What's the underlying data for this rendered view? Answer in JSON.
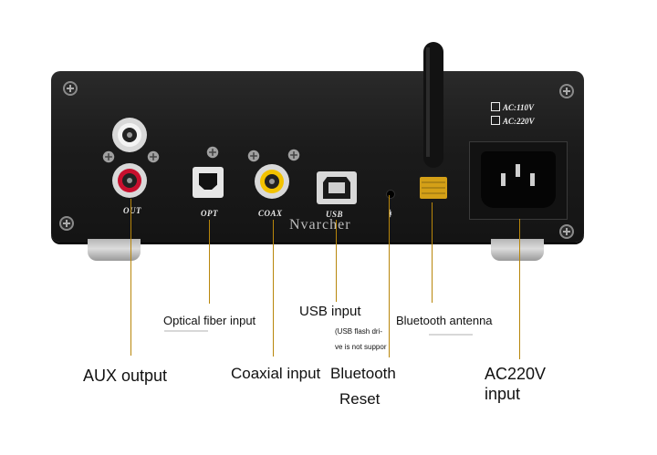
{
  "device": {
    "panel_labels": {
      "out": "OUT",
      "opt": "OPT",
      "coax": "COAX",
      "usb": "USB"
    },
    "bluetooth_mark": "ᚼ",
    "voltage_options": [
      "AC:110V",
      "AC:220V"
    ],
    "watermark": "Nvarcher"
  },
  "callouts": {
    "aux_output": "AUX output",
    "optical_fiber_input": "Optical fiber input",
    "coaxial_input": "Coaxial input",
    "usb_input": "USB input",
    "usb_note_line1": "(USB flash dri-",
    "usb_note_line2": "ve is not suppor",
    "bluetooth": "Bluetooth",
    "reset": "Reset",
    "bluetooth_antenna": "Bluetooth antenna",
    "ac_line1": "AC220V",
    "ac_line2": "input"
  },
  "colors": {
    "chassis": "#1b1b1b",
    "leader_line": "#b8860b",
    "rca_red": "#c8102e",
    "coax_yellow": "#f2c200",
    "antenna_gold": "#d4a017"
  }
}
